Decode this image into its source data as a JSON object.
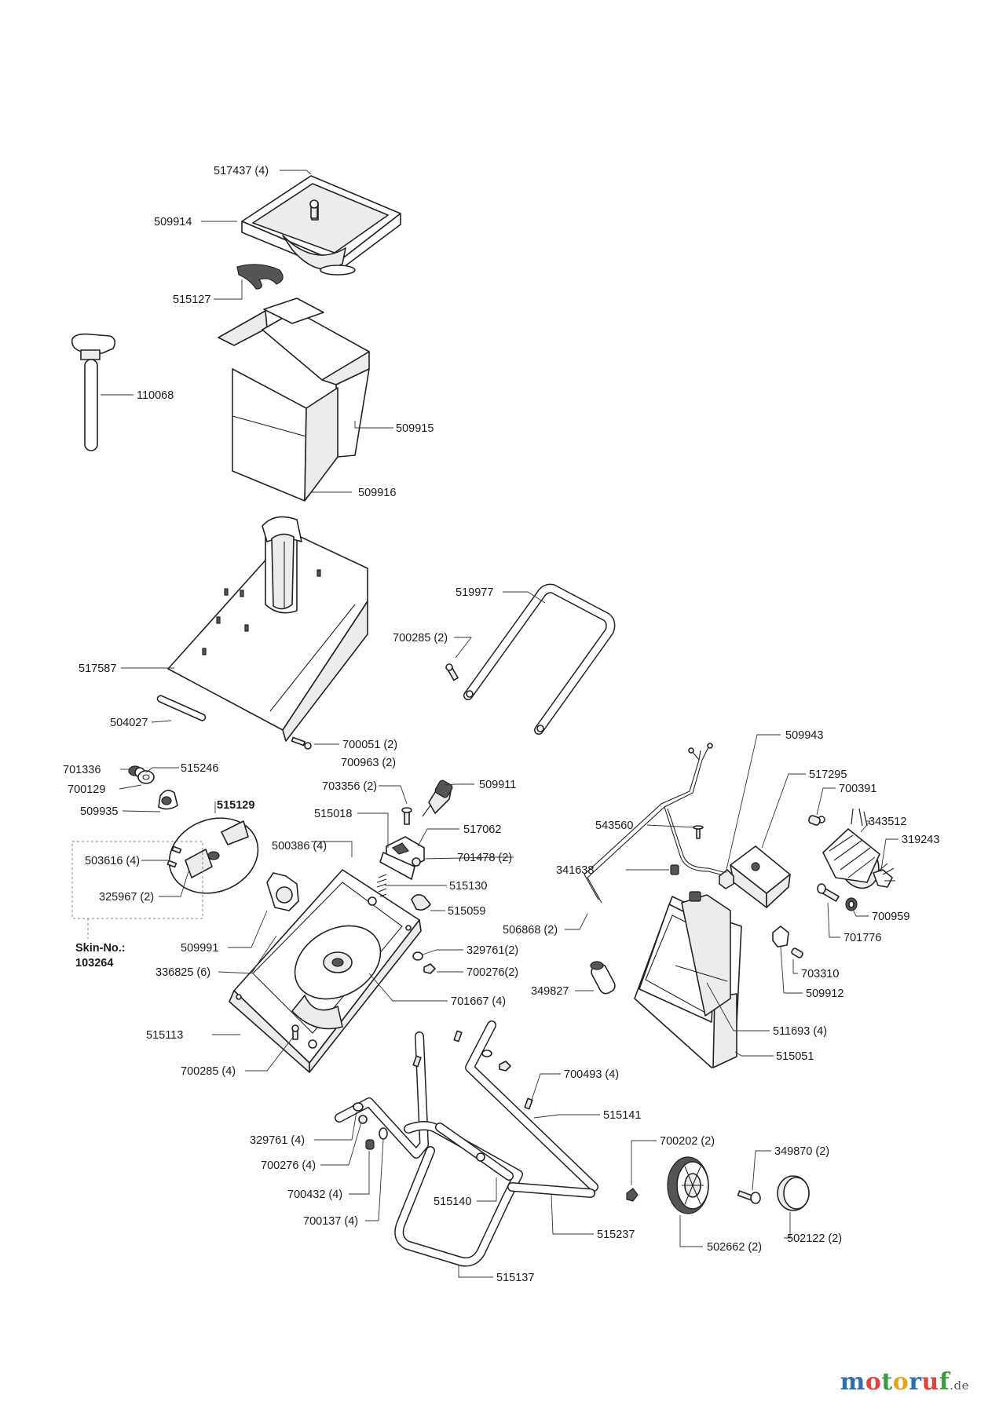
{
  "labels": [
    {
      "id": "l517437",
      "text": "517437 (4)"
    },
    {
      "id": "l509914",
      "text": "509914"
    },
    {
      "id": "l515127",
      "text": "515127"
    },
    {
      "id": "l110068",
      "text": "110068"
    },
    {
      "id": "l509915",
      "text": "509915"
    },
    {
      "id": "l509916",
      "text": "509916"
    },
    {
      "id": "l519977",
      "text": "519977"
    },
    {
      "id": "l700285a",
      "text": "700285 (2)"
    },
    {
      "id": "l517587",
      "text": "517587"
    },
    {
      "id": "l504027",
      "text": "504027"
    },
    {
      "id": "l700051",
      "text": "700051 (2)"
    },
    {
      "id": "l700963",
      "text": "700963 (2)"
    },
    {
      "id": "l509943",
      "text": "509943"
    },
    {
      "id": "l701336",
      "text": "701336"
    },
    {
      "id": "l515246",
      "text": "515246"
    },
    {
      "id": "l700129",
      "text": "700129"
    },
    {
      "id": "l703356",
      "text": "703356 (2)"
    },
    {
      "id": "l509911",
      "text": "509911"
    },
    {
      "id": "l517295",
      "text": "517295"
    },
    {
      "id": "l509935",
      "text": "509935"
    },
    {
      "id": "l515129",
      "text": "515129"
    },
    {
      "id": "l515018",
      "text": "515018"
    },
    {
      "id": "l700391",
      "text": "700391"
    },
    {
      "id": "l517062",
      "text": "517062"
    },
    {
      "id": "l543560",
      "text": "543560"
    },
    {
      "id": "l343512",
      "text": "343512"
    },
    {
      "id": "l503616",
      "text": "503616 (4)"
    },
    {
      "id": "l500386",
      "text": "500386 (4)"
    },
    {
      "id": "l319243",
      "text": "319243"
    },
    {
      "id": "l701478",
      "text": "701478 (2)"
    },
    {
      "id": "l341638",
      "text": "341638"
    },
    {
      "id": "l325967",
      "text": "325967 (2)"
    },
    {
      "id": "l515130",
      "text": "515130"
    },
    {
      "id": "l515059",
      "text": "515059"
    },
    {
      "id": "l700959",
      "text": "700959"
    },
    {
      "id": "l506868",
      "text": "506868 (2)"
    },
    {
      "id": "lskin1",
      "text": "Skin-No.:"
    },
    {
      "id": "lskin2",
      "text": "103264"
    },
    {
      "id": "l509991",
      "text": "509991"
    },
    {
      "id": "l329761a",
      "text": "329761(2)"
    },
    {
      "id": "l701776",
      "text": "701776"
    },
    {
      "id": "l336825",
      "text": "336825 (6)"
    },
    {
      "id": "l700276a",
      "text": "700276(2)"
    },
    {
      "id": "l703310",
      "text": "703310"
    },
    {
      "id": "l349827",
      "text": "349827"
    },
    {
      "id": "l509912",
      "text": "509912"
    },
    {
      "id": "l701667",
      "text": "701667 (4)"
    },
    {
      "id": "l515113",
      "text": "515113"
    },
    {
      "id": "l511693",
      "text": "511693 (4)"
    },
    {
      "id": "l515051",
      "text": "515051"
    },
    {
      "id": "l700285b",
      "text": "700285 (4)"
    },
    {
      "id": "l700493",
      "text": "700493 (4)"
    },
    {
      "id": "l515141",
      "text": "515141"
    },
    {
      "id": "l700202",
      "text": "700202 (2)"
    },
    {
      "id": "l329761b",
      "text": "329761 (4)"
    },
    {
      "id": "l349870",
      "text": "349870 (2)"
    },
    {
      "id": "l700276b",
      "text": "700276 (4)"
    },
    {
      "id": "l700432",
      "text": "700432 (4)"
    },
    {
      "id": "l515140",
      "text": "515140"
    },
    {
      "id": "l700137",
      "text": "700137 (4)"
    },
    {
      "id": "l515237",
      "text": "515237"
    },
    {
      "id": "l502662",
      "text": "502662 (2)"
    },
    {
      "id": "l502122",
      "text": "502122 (2)"
    },
    {
      "id": "l515137",
      "text": "515137"
    }
  ],
  "logo": {
    "letters": [
      "m",
      "o",
      "t",
      "o",
      "r",
      "u",
      "f"
    ],
    "suffix": ".de",
    "colors": [
      "#2f6db3",
      "#e0433b",
      "#3a9a3f",
      "#e9a21c",
      "#2f6db3",
      "#e0433b",
      "#3a9a3f"
    ]
  }
}
